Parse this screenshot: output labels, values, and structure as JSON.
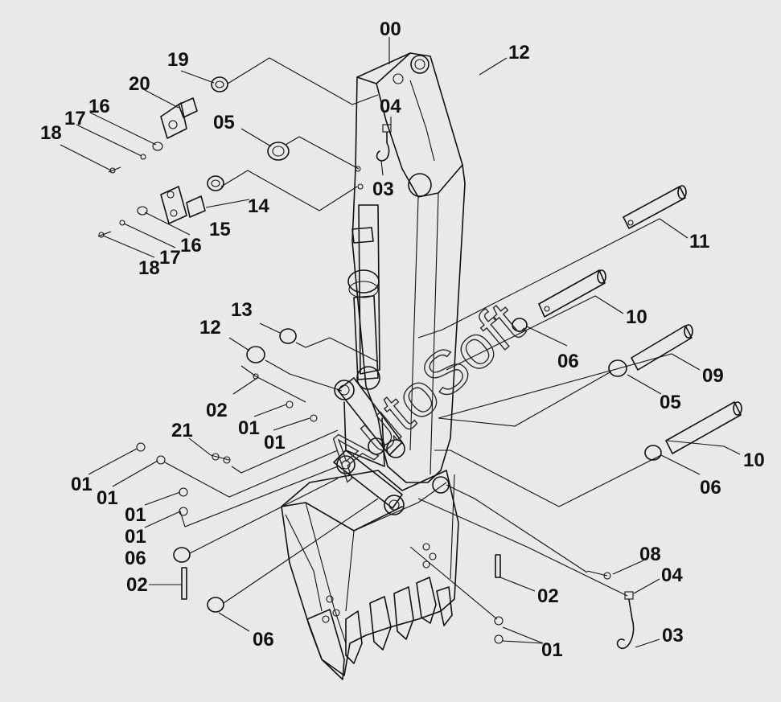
{
  "background_color": "#e9e9e9",
  "line_color": "#111111",
  "watermark": "AutoSoft",
  "callouts": [
    "00",
    "12",
    "19",
    "20",
    "16",
    "17",
    "18",
    "04",
    "05",
    "03",
    "14",
    "15",
    "16",
    "17",
    "18",
    "11",
    "10",
    "13",
    "12",
    "06",
    "09",
    "05",
    "02",
    "01",
    "01",
    "21",
    "10",
    "01",
    "01",
    "06",
    "01",
    "01",
    "06",
    "08",
    "02",
    "04",
    "02",
    "03",
    "06",
    "01"
  ]
}
